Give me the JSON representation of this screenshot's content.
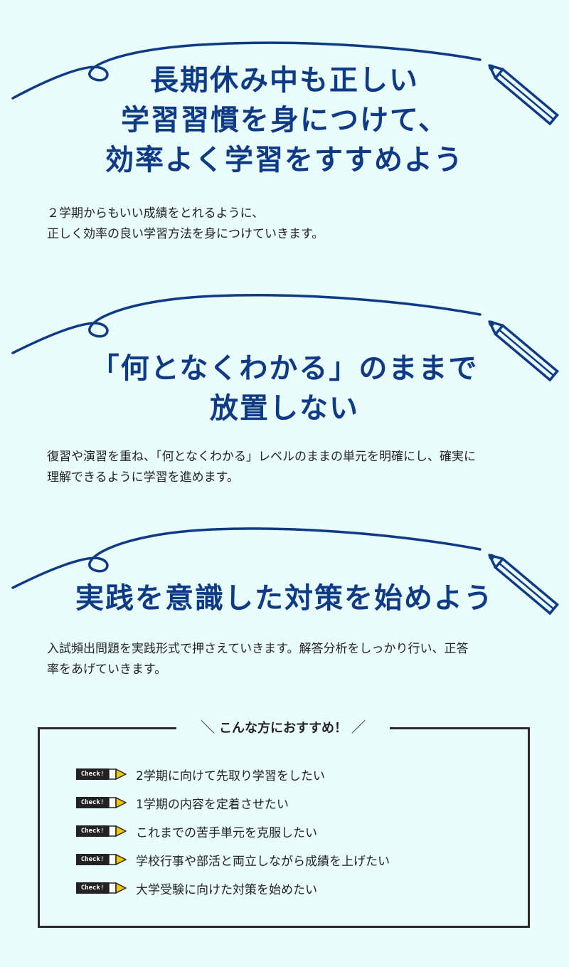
{
  "sections": [
    {
      "headline": [
        "長期休み中も正しい",
        "学習習慣を身につけて、",
        "効率よく学習をすすめよう"
      ],
      "body": [
        "２学期からもいい成績をとれるように、",
        "正しく効率の良い学習方法を身につけていきます。"
      ]
    },
    {
      "headline": [
        "「何となくわかる」のままで",
        "放置しない"
      ],
      "body": [
        "復習や演習を重ね、「何となくわかる」レベルのままの単元を明確にし、確実に",
        "理解できるように学習を進めます。"
      ]
    },
    {
      "headline": [
        "実践を意識した対策を始めよう"
      ],
      "body": [
        "入試頻出問題を実践形式で押さえていきます。解答分析をしっかり行い、正答",
        "率をあげていきます。"
      ]
    }
  ],
  "recommend": {
    "title": "こんな方におすすめ！",
    "tag_label": "Check!",
    "items": [
      "2学期に向けて先取り学習をしたい",
      "1学期の内容を定着させたい",
      "これまでの苦手単元を克服したい",
      "学校行事や部活と両立しながら成績を上げたい",
      "大学受験に向けた対策を始めたい"
    ]
  },
  "colors": {
    "accent": "#0e3a86",
    "background": "#eafdfd",
    "pencil_tip": "#f5c400",
    "text": "#222222"
  },
  "icons": {
    "decoration": "pencil-swirl-icon",
    "check": "pencil-check-icon"
  }
}
